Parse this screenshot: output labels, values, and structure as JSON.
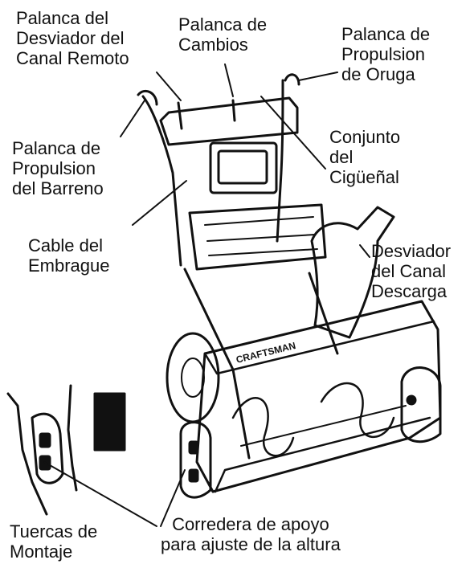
{
  "diagram": {
    "labels": {
      "desviador_remoto": "Palanca del\nDesviador del\nCanal Remoto",
      "cambios": "Palanca de\nCambios",
      "propulsion_oruga": "Palanca de\nPropulsion\nde Oruga",
      "propulsion_barreno": "Palanca de\nPropulsion\ndel Barreno",
      "conjunto_ciguenal": "Conjunto\ndel\nCigüeñal",
      "cable_embrague": "Cable del\nEmbrague",
      "desviador_canal": "Desviador\ndel Canal\nDescarga",
      "tuercas_montaje": "Tuercas de\nMontaje",
      "corredera_apoyo": "Corredera de apoyo\npara ajuste de la altura"
    },
    "brand_text": "CRAFTSMAN"
  }
}
